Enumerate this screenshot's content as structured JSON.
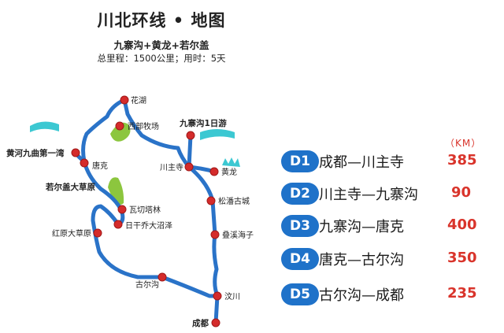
{
  "header": {
    "title": "川北环线 • 地图",
    "subtitle": "九寨沟+黄龙+若尔盖",
    "summary": "总里程：1500公里；用时：5天"
  },
  "map": {
    "colors": {
      "route": "#2a73c8",
      "stop": "#d42b2b",
      "grass": "#8cc63e",
      "water": "#3cc8d2"
    },
    "stops": [
      {
        "label": "花湖"
      },
      {
        "label": "西部牧场"
      },
      {
        "label": "九寨沟1日游"
      },
      {
        "label": "黄河九曲第一湾"
      },
      {
        "label": "唐克"
      },
      {
        "label": "川主寺"
      },
      {
        "label": "黄龙"
      },
      {
        "label": "若尔盖大草原"
      },
      {
        "label": "瓦切塔林"
      },
      {
        "label": "松潘古城"
      },
      {
        "label": "日干乔大沼泽"
      },
      {
        "label": "红原大草原"
      },
      {
        "label": "叠溪海子"
      },
      {
        "label": "古尔沟"
      },
      {
        "label": "汶川"
      },
      {
        "label": "成都"
      }
    ]
  },
  "itinerary": {
    "unit": "（KM）",
    "days": [
      {
        "day": "D1",
        "route": "成都—川主寺",
        "km": "385"
      },
      {
        "day": "D2",
        "route": "川主寺—九寨沟",
        "km": "90"
      },
      {
        "day": "D3",
        "route": "九寨沟—唐克",
        "km": "400"
      },
      {
        "day": "D4",
        "route": "唐克—古尔沟",
        "km": "350"
      },
      {
        "day": "D5",
        "route": "古尔沟—成都",
        "km": "235"
      }
    ]
  }
}
